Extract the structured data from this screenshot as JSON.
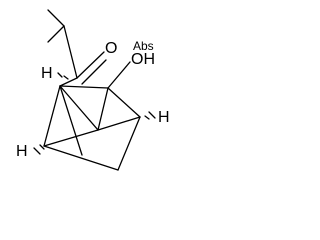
{
  "molecule": {
    "atoms": {
      "oxygen": "O",
      "hydrogen": "H"
    },
    "stereo_flag": "Abs",
    "hydroxyl_label": "OH"
  }
}
